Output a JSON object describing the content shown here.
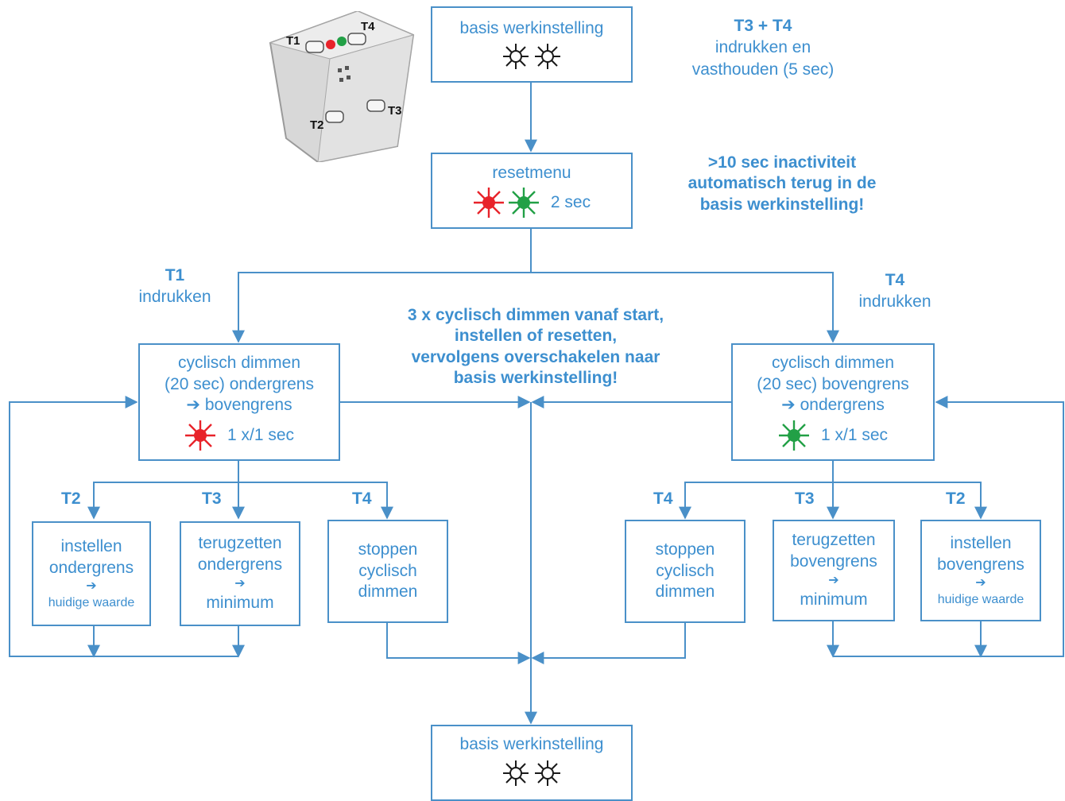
{
  "top_box": {
    "title": "basis werkinstelling"
  },
  "top_note": {
    "keys": "T3 + T4",
    "line1": "indrukken en",
    "line2": "vasthouden (5 sec)"
  },
  "reset_box": {
    "title": "resetmenu",
    "duration": "2 sec"
  },
  "reset_note": {
    "line1": ">10 sec inactiviteit",
    "line2": "automatisch terug in de",
    "line3": "basis werkinstelling!"
  },
  "left_branch": {
    "key": "T1",
    "action": "indrukken"
  },
  "right_branch": {
    "key": "T4",
    "action": "indrukken"
  },
  "center_note": {
    "line1": "3 x cyclisch dimmen vanaf start,",
    "line2": "instellen of resetten,",
    "line3": "vervolgens overschakelen naar",
    "line4": "basis werkinstelling!"
  },
  "left_dim_box": {
    "line1": "cyclisch dimmen",
    "line2": "(20 sec) ondergrens",
    "line3": "➔ bovengrens",
    "blink": "1 x/1 sec"
  },
  "right_dim_box": {
    "line1": "cyclisch dimmen",
    "line2": "(20 sec) bovengrens",
    "line3": "➔ ondergrens",
    "blink": "1 x/1 sec"
  },
  "left_keys": {
    "k1": "T2",
    "k2": "T3",
    "k3": "T4"
  },
  "right_keys": {
    "k1": "T4",
    "k2": "T3",
    "k3": "T2"
  },
  "left_boxes": {
    "set": {
      "line1": "instellen",
      "line2": "ondergrens",
      "arrow": "➔",
      "line3": "huidige waarde"
    },
    "reset": {
      "line1": "terugzetten",
      "line2": "ondergrens",
      "arrow": "➔",
      "line3": "minimum"
    },
    "stop": {
      "line1": "stoppen",
      "line2": "cyclisch",
      "line3": "dimmen"
    }
  },
  "right_boxes": {
    "stop": {
      "line1": "stoppen",
      "line2": "cyclisch",
      "line3": "dimmen"
    },
    "reset": {
      "line1": "terugzetten",
      "line2": "bovengrens",
      "arrow": "➔",
      "line3": "minimum"
    },
    "set": {
      "line1": "instellen",
      "line2": "bovengrens",
      "arrow": "➔",
      "line3": "huidige waarde"
    }
  },
  "bottom_box": {
    "title": "basis werkinstelling"
  },
  "device": {
    "label_t1": "T1",
    "label_t2": "T2",
    "label_t3": "T3",
    "label_t4": "T4"
  },
  "colors": {
    "flow": "#4a90c8",
    "text": "#3d8fcf",
    "led_red": "#e8232a",
    "led_green": "#22a046",
    "led_off": "#1a1a1a"
  },
  "icons": {
    "led_off": "sun-outline-icon",
    "led_red": "red-led-burst-icon",
    "led_green": "green-led-burst-icon"
  }
}
